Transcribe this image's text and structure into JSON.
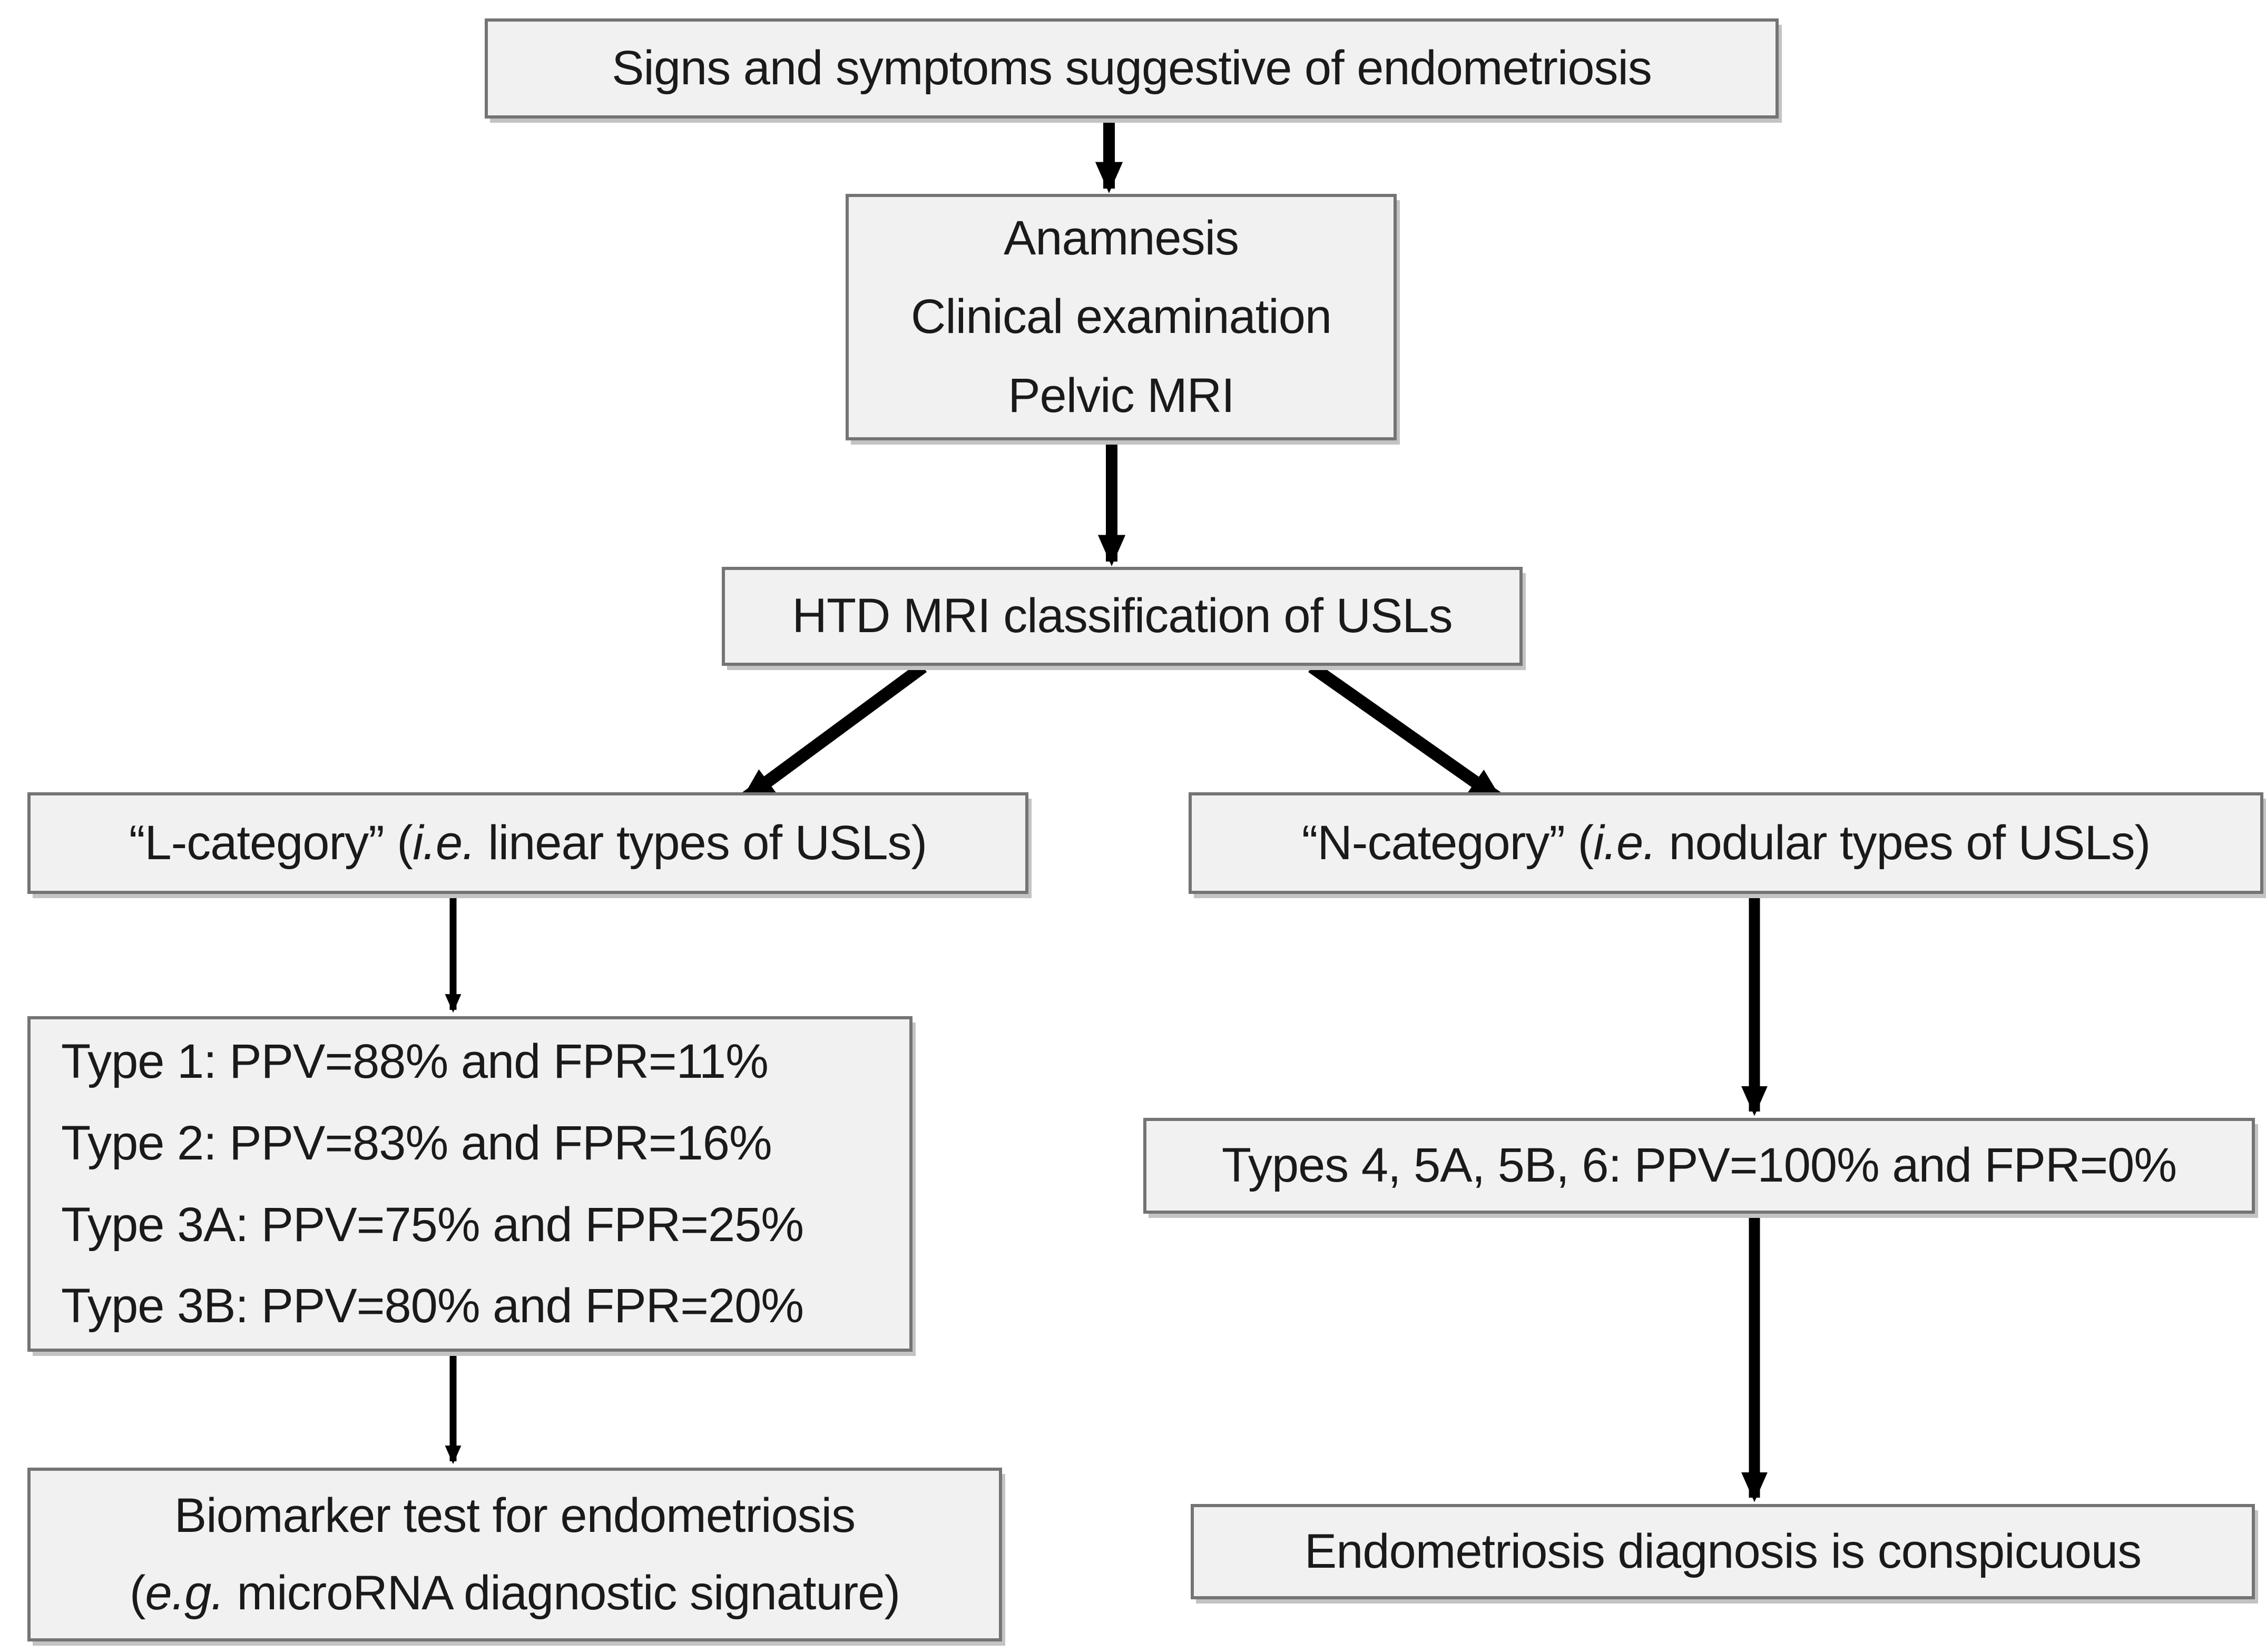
{
  "figure": {
    "type": "flowchart",
    "background": "#ffffff"
  },
  "colors": {
    "box_fill": "#f1f1f1",
    "box_border": "#747474",
    "box_shadow": "#c3c3c3",
    "arrow": "#000000",
    "text": "#1a1a1a"
  },
  "nodes": {
    "signs": {
      "text": "Signs and symptoms suggestive of endometriosis"
    },
    "workup": {
      "lines": [
        "Anamnesis",
        "Clinical examination",
        "Pelvic MRI"
      ]
    },
    "htd": {
      "text": "HTD MRI classification of USLs"
    },
    "l_category": {
      "pre": "“L-category” (",
      "italic": "i.e.",
      "post": " linear types of USLs)"
    },
    "n_category": {
      "pre": "“N-category” (",
      "italic": "i.e.",
      "post": " nodular types of USLs)"
    },
    "l_types": {
      "lines": [
        "Type 1: PPV=88% and FPR=11%",
        "Type 2: PPV=83% and FPR=16%",
        "Type 3A: PPV=75% and FPR=25%",
        "Type 3B: PPV=80% and FPR=20%"
      ]
    },
    "n_types": {
      "text": "Types 4, 5A, 5B, 6: PPV=100% and FPR=0%"
    },
    "biomarker": {
      "line1": "Biomarker test for endometriosis",
      "line2_pre": "(",
      "line2_italic": "e.g.",
      "line2_post": " microRNA diagnostic signature)"
    },
    "diagnosis": {
      "text": "Endometriosis diagnosis is conspicuous"
    }
  }
}
